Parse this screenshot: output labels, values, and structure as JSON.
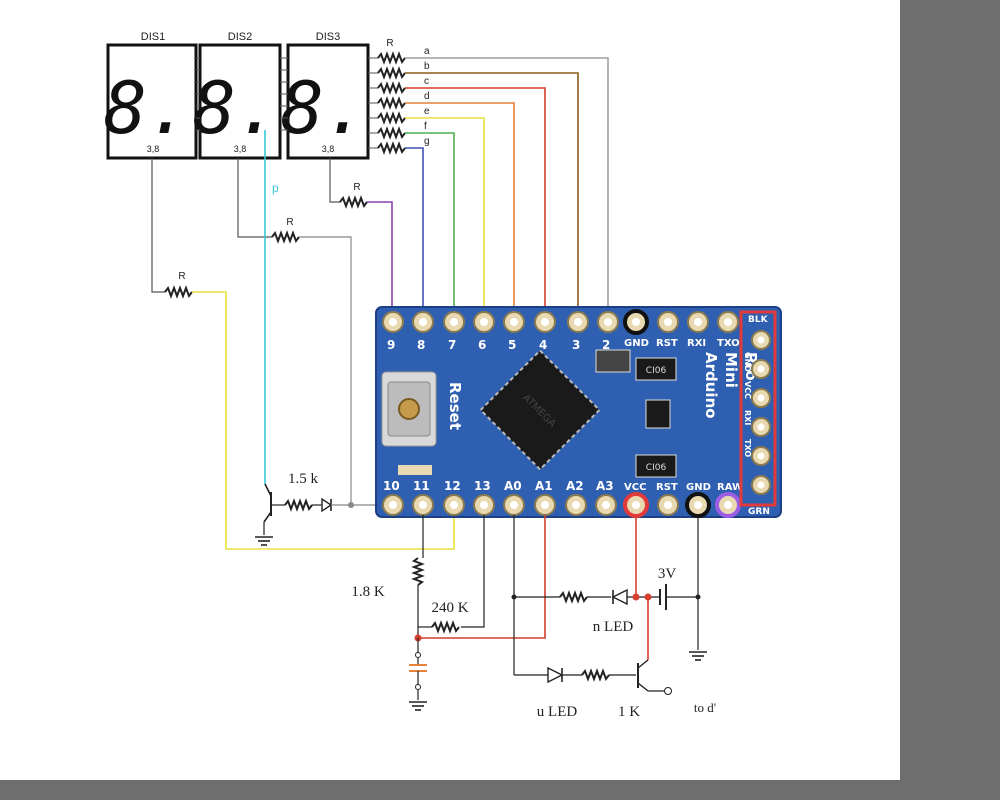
{
  "colors": {
    "background": "#6e6e6e",
    "sheet": "#ffffff",
    "board": "#2f5fb0",
    "board_edge": "#1c3f86",
    "highlight_red": "#e03a3a",
    "highlight_purple": "#9b5de5",
    "wire_a": "#9e9e9e",
    "wire_b": "#8a5a1e",
    "wire_c": "#d43f2f",
    "wire_d": "#e4813a",
    "wire_e": "#e8e040",
    "wire_f": "#4caf50",
    "wire_g": "#3f51b5",
    "wire_dp": "#37c8d8",
    "wire_9": "#8e44ad",
    "wire_12": "#e8e040"
  },
  "displays": [
    {
      "name": "DIS1",
      "digit": "8.",
      "pins": "3,8"
    },
    {
      "name": "DIS2",
      "digit": "8.",
      "pins": "3,8"
    },
    {
      "name": "DIS3",
      "digit": "8.",
      "pins": "3,8"
    }
  ],
  "segments": {
    "resistor": "R",
    "labels": [
      "a",
      "b",
      "c",
      "d",
      "e",
      "f",
      "g"
    ],
    "dp": "p"
  },
  "board": {
    "name_lines": [
      "Arduino",
      "Mini",
      "Pro"
    ],
    "reset": "Reset",
    "chip": "ATMEGA",
    "regulator": "CI06",
    "top_pins": [
      "9",
      "8",
      "7",
      "6",
      "5",
      "4",
      "3",
      "2",
      "GND",
      "RST",
      "RXI",
      "TXO"
    ],
    "bottom_pins": [
      "10",
      "11",
      "12",
      "13",
      "A0",
      "A1",
      "A2",
      "A3",
      "VCC",
      "RST",
      "GND",
      "RAW"
    ],
    "side_pins": [
      "BLK",
      "GND",
      "VCC",
      "RXI",
      "TXO",
      "GRN"
    ]
  },
  "components": {
    "digit_resistor": "R",
    "r_transistor": "1.5 k",
    "r_divider_top": "1.8 K",
    "r_divider_mid": "240 K",
    "battery": "3V",
    "n_led": "n LED",
    "u_led": "u LED",
    "r_base": "1 K",
    "output": "to d'"
  }
}
